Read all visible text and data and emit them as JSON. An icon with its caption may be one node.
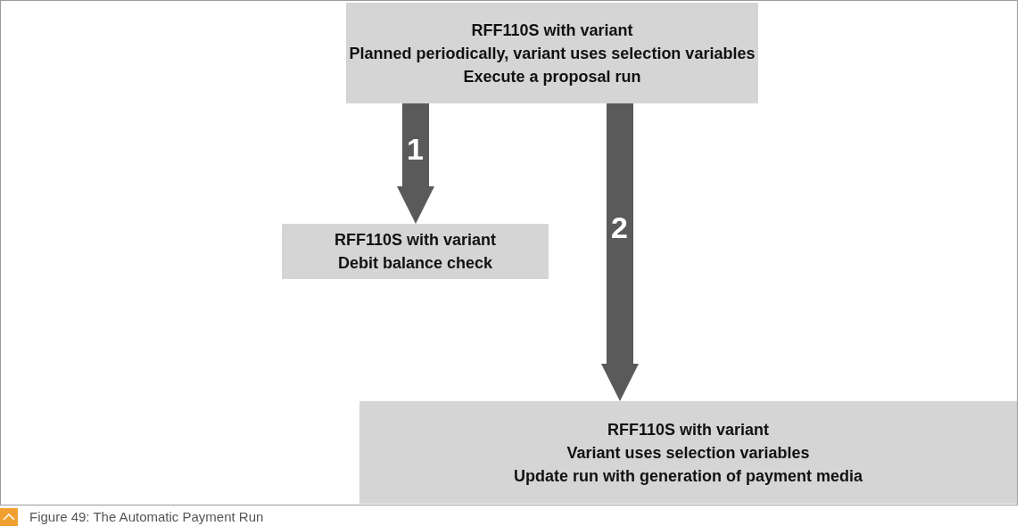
{
  "diagram": {
    "caption": "Figure 49: The Automatic Payment Run",
    "nodes": [
      {
        "text": [
          "RFF110S with variant",
          "Planned periodically, variant uses selection variables",
          "Execute a proposal run"
        ]
      },
      {
        "text": [
          "RFF110S with variant",
          "Debit balance check"
        ]
      },
      {
        "text": [
          "RFF110S with variant",
          "Variant uses selection variables",
          "Update run with generation of payment media"
        ]
      }
    ],
    "edges": [
      {
        "from": 0,
        "to": 1,
        "arrow": "to",
        "label": "1"
      },
      {
        "from": 0,
        "to": 2,
        "arrow": "to",
        "label": "2"
      }
    ]
  }
}
